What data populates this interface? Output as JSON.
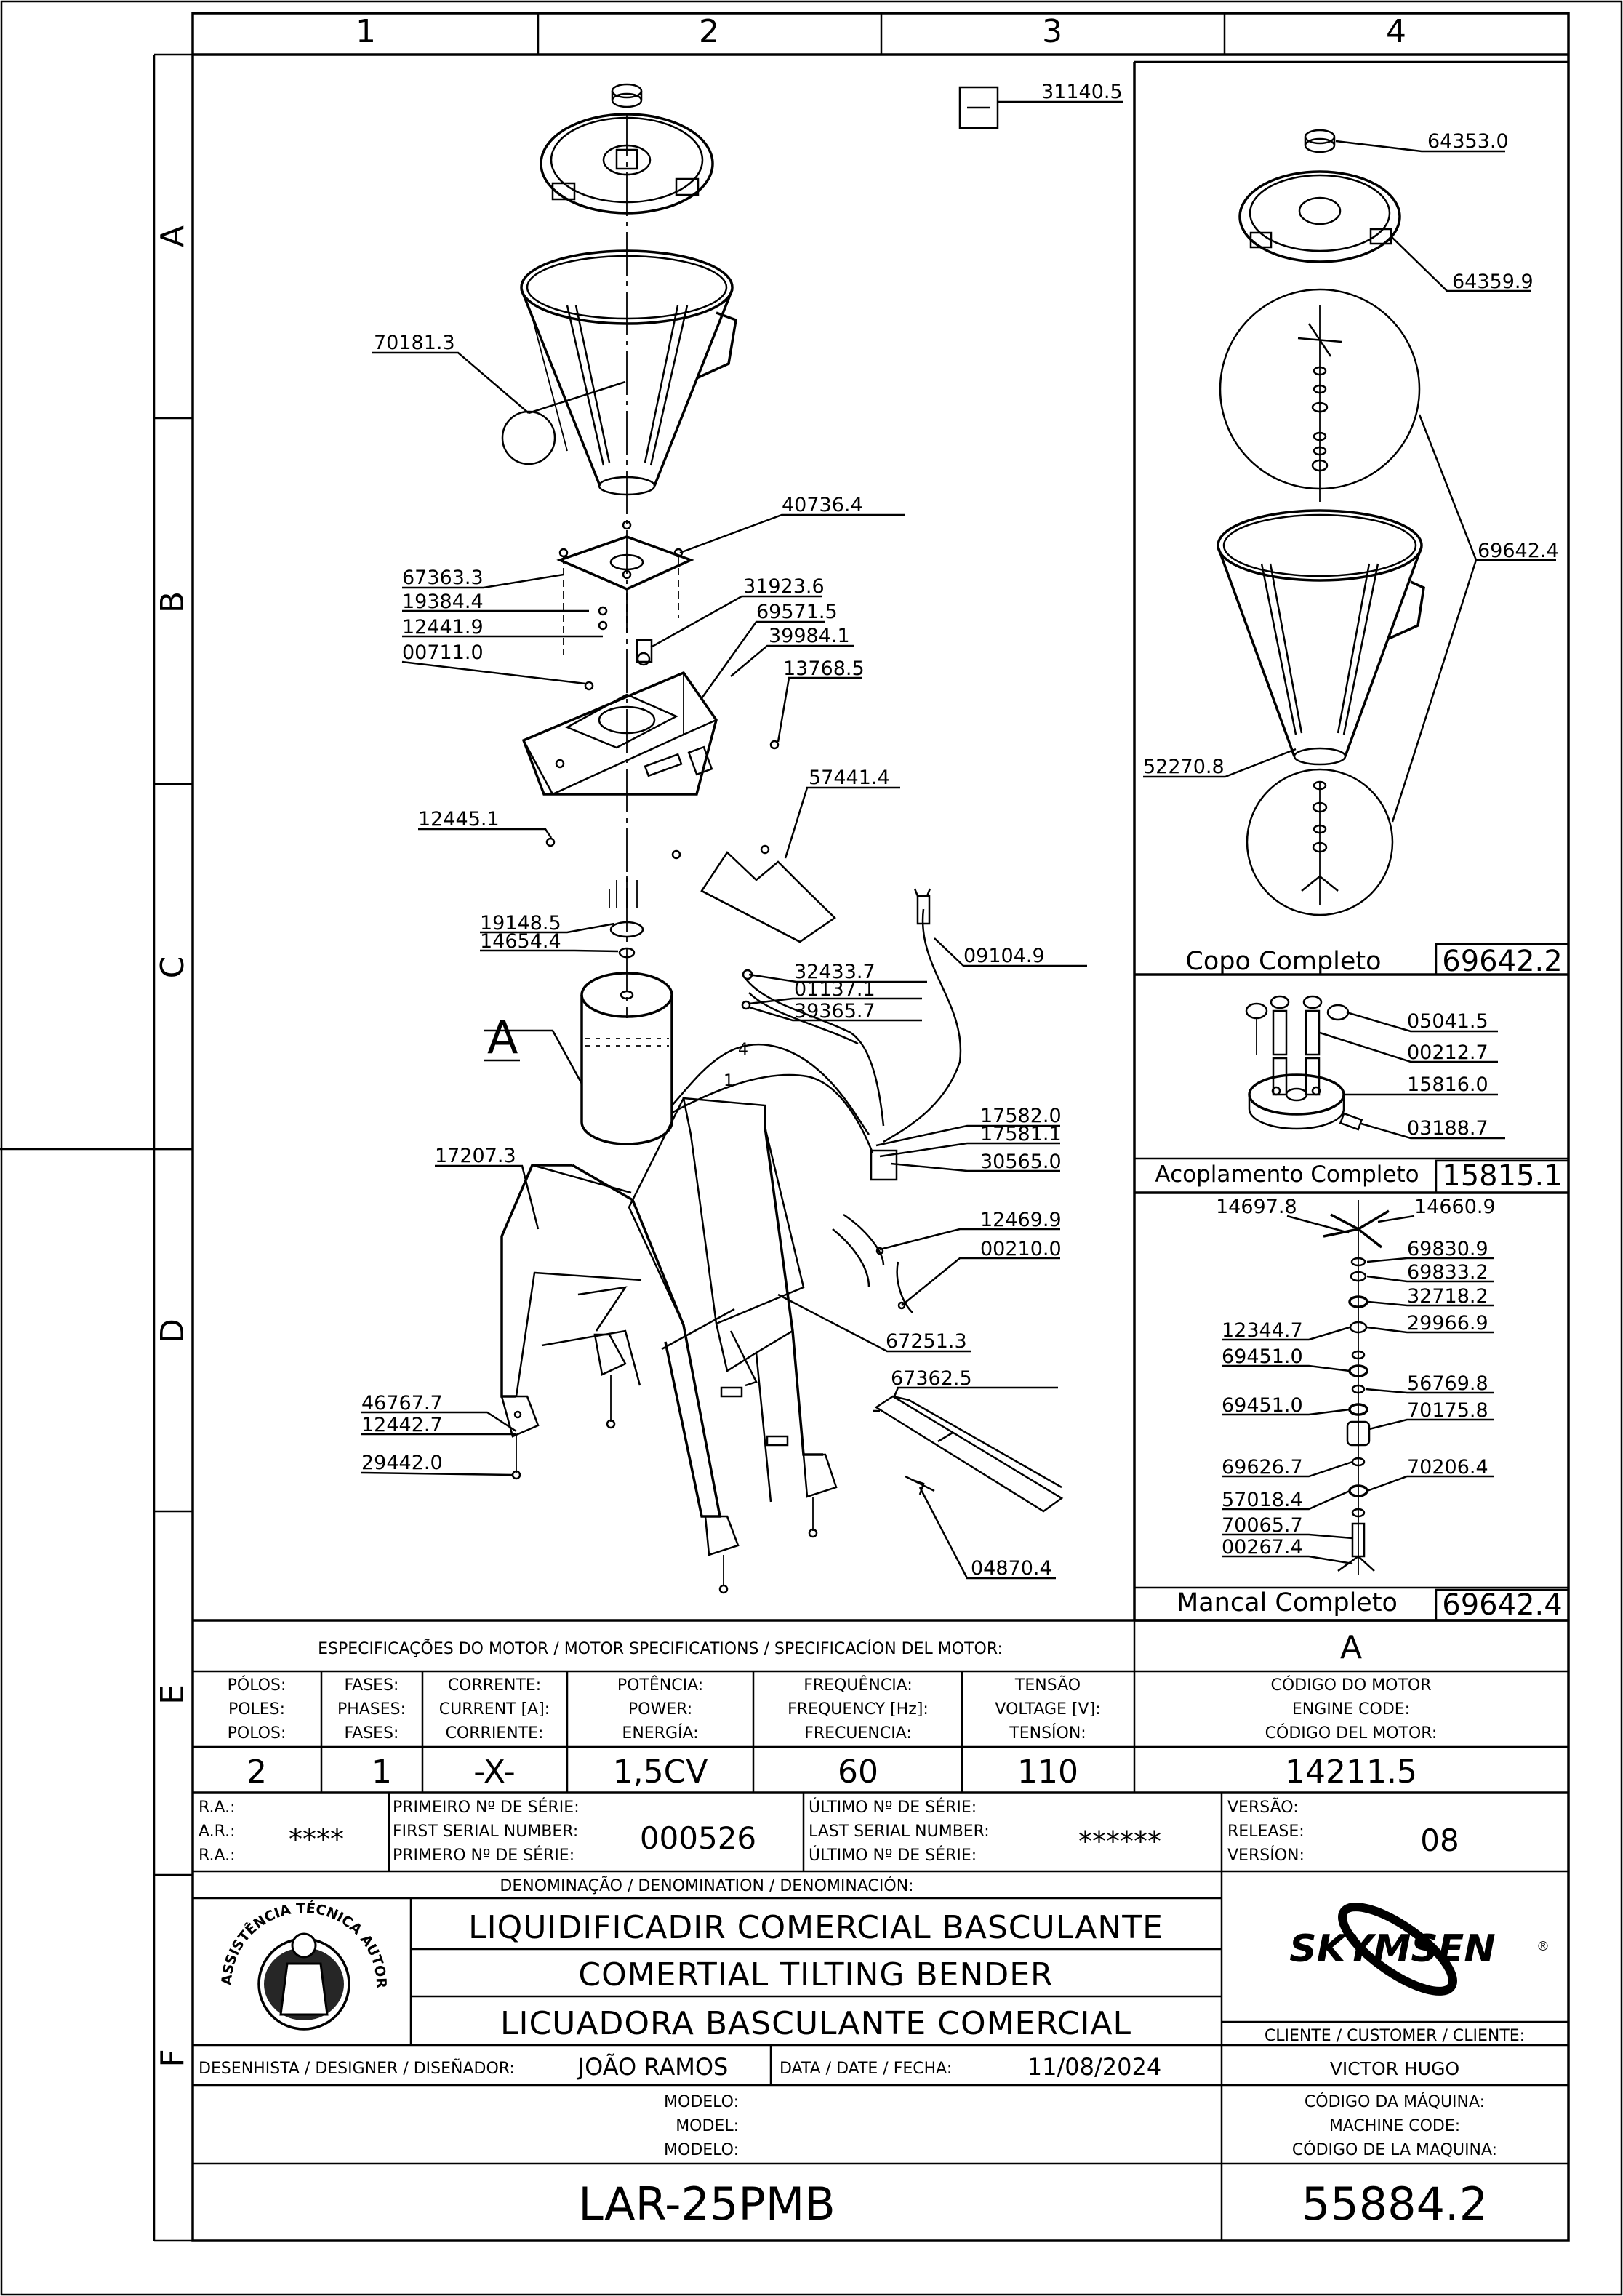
{
  "grid": {
    "columns": [
      "1",
      "2",
      "3",
      "4"
    ],
    "rows": [
      "A",
      "B",
      "C",
      "D",
      "E",
      "F"
    ]
  },
  "parts_main": [
    "31140.5",
    "70181.3",
    "40736.4",
    "67363.3",
    "19384.4",
    "31923.6",
    "69571.5",
    "12441.9",
    "39984.1",
    "00711.0",
    "13768.5",
    "12445.1",
    "57441.4",
    "19148.5",
    "14654.4",
    "09104.9",
    "32433.7",
    "01137.1",
    "39365.7",
    "17582.0",
    "17581.1",
    "30565.0",
    "17207.3",
    "12469.9",
    "00210.0",
    "67251.3",
    "67362.5",
    "46767.7",
    "12442.7",
    "29442.0",
    "04870.4"
  ],
  "motor_letter": "A",
  "wire_labels": [
    "4",
    "1"
  ],
  "copo": {
    "parts": [
      "64353.0",
      "64359.9",
      "69642.4",
      "52270.8"
    ],
    "title": "Copo Completo",
    "code": "69642.2"
  },
  "acoplamento": {
    "parts": [
      "05041.5",
      "00212.7",
      "15816.0",
      "03188.7"
    ],
    "title": "Acoplamento Completo",
    "code": "15815.1"
  },
  "mancal": {
    "parts": [
      "14697.8",
      "14660.9",
      "69830.9",
      "69833.2",
      "32718.2",
      "12344.7",
      "29966.9",
      "69451.0",
      "56769.8",
      "69451.0",
      "70175.8",
      "69626.7",
      "70206.4",
      "57018.4",
      "70065.7",
      "00267.4"
    ],
    "title": "Mancal Completo",
    "code": "69642.4"
  },
  "motor_spec": {
    "heading": "ESPECIFICAÇÕES DO MOTOR / MOTOR SPECIFICATIONS / SPECIFICACÍON DEL MOTOR:",
    "letter": "A",
    "columns": [
      {
        "labels": [
          "PÓLOS:",
          "POLES:",
          "POLOS:"
        ],
        "value": "2"
      },
      {
        "labels": [
          "FASES:",
          "PHASES:",
          "FASES:"
        ],
        "value": "1"
      },
      {
        "labels": [
          "CORRENTE:",
          "CURRENT [A]:",
          "CORRIENTE:"
        ],
        "value": "-X-"
      },
      {
        "labels": [
          "POTÊNCIA:",
          "POWER:",
          "ENERGÍA:"
        ],
        "value": "1,5CV"
      },
      {
        "labels": [
          "FREQUÊNCIA:",
          "FREQUENCY [Hz]:",
          "FRECUENCIA:"
        ],
        "value": "60"
      },
      {
        "labels": [
          "TENSÃO",
          "VOLTAGE [V]:",
          "TENSÍON:"
        ],
        "value": "110"
      },
      {
        "labels": [
          "CÓDIGO DO MOTOR",
          "ENGINE CODE:",
          "CÓDIGO DEL MOTOR:"
        ],
        "value": "14211.5"
      }
    ]
  },
  "serial": {
    "ra_labels": [
      "R.A.:",
      "A.R.:",
      "R.A.:"
    ],
    "ra_value": "****",
    "first_labels": [
      "PRIMEIRO Nº DE SÉRIE:",
      "FIRST SERIAL NUMBER:",
      "PRIMERO Nº DE SÉRIE:"
    ],
    "first_value": "000526",
    "last_labels": [
      "ÚLTIMO Nº DE SÉRIE:",
      "LAST SERIAL NUMBER:",
      "ÚLTIMO Nº DE SÉRIE:"
    ],
    "last_value": "******",
    "version_labels": [
      "VERSÃO:",
      "RELEASE:",
      "VERSÍON:"
    ],
    "version_value": "08"
  },
  "denomination": {
    "heading": "DENOMINAÇÃO / DENOMINATION / DENOMINACIÓN:",
    "lines": [
      "LIQUIDIFICADIR COMERCIAL BASCULANTE",
      "COMERTIAL TILTING BENDER",
      "LICUADORA BASCULANTE COMERCIAL"
    ]
  },
  "seal": {
    "text": "ASSISTÊNCIA TÉCNICA AUTORIZADA"
  },
  "brand": {
    "name": "SKYMSEN",
    "mark": "®"
  },
  "customer": {
    "label": "CLIENTE / CUSTOMER / CLIENTE:",
    "value": "VICTOR HUGO"
  },
  "designer": {
    "label": "DESENHISTA / DESIGNER / DISEÑADOR:",
    "value": "JOÃO RAMOS"
  },
  "date": {
    "label": "DATA / DATE / FECHA:",
    "value": "11/08/2024"
  },
  "model": {
    "labels": [
      "MODELO:",
      "MODEL:",
      "MODELO:"
    ],
    "value": "LAR-25PMB"
  },
  "machine_code": {
    "labels": [
      "CÓDIGO DA MÁQUINA:",
      "MACHINE CODE:",
      "CÓDIGO DE LA MAQUINA:"
    ],
    "value": "55884.2"
  }
}
